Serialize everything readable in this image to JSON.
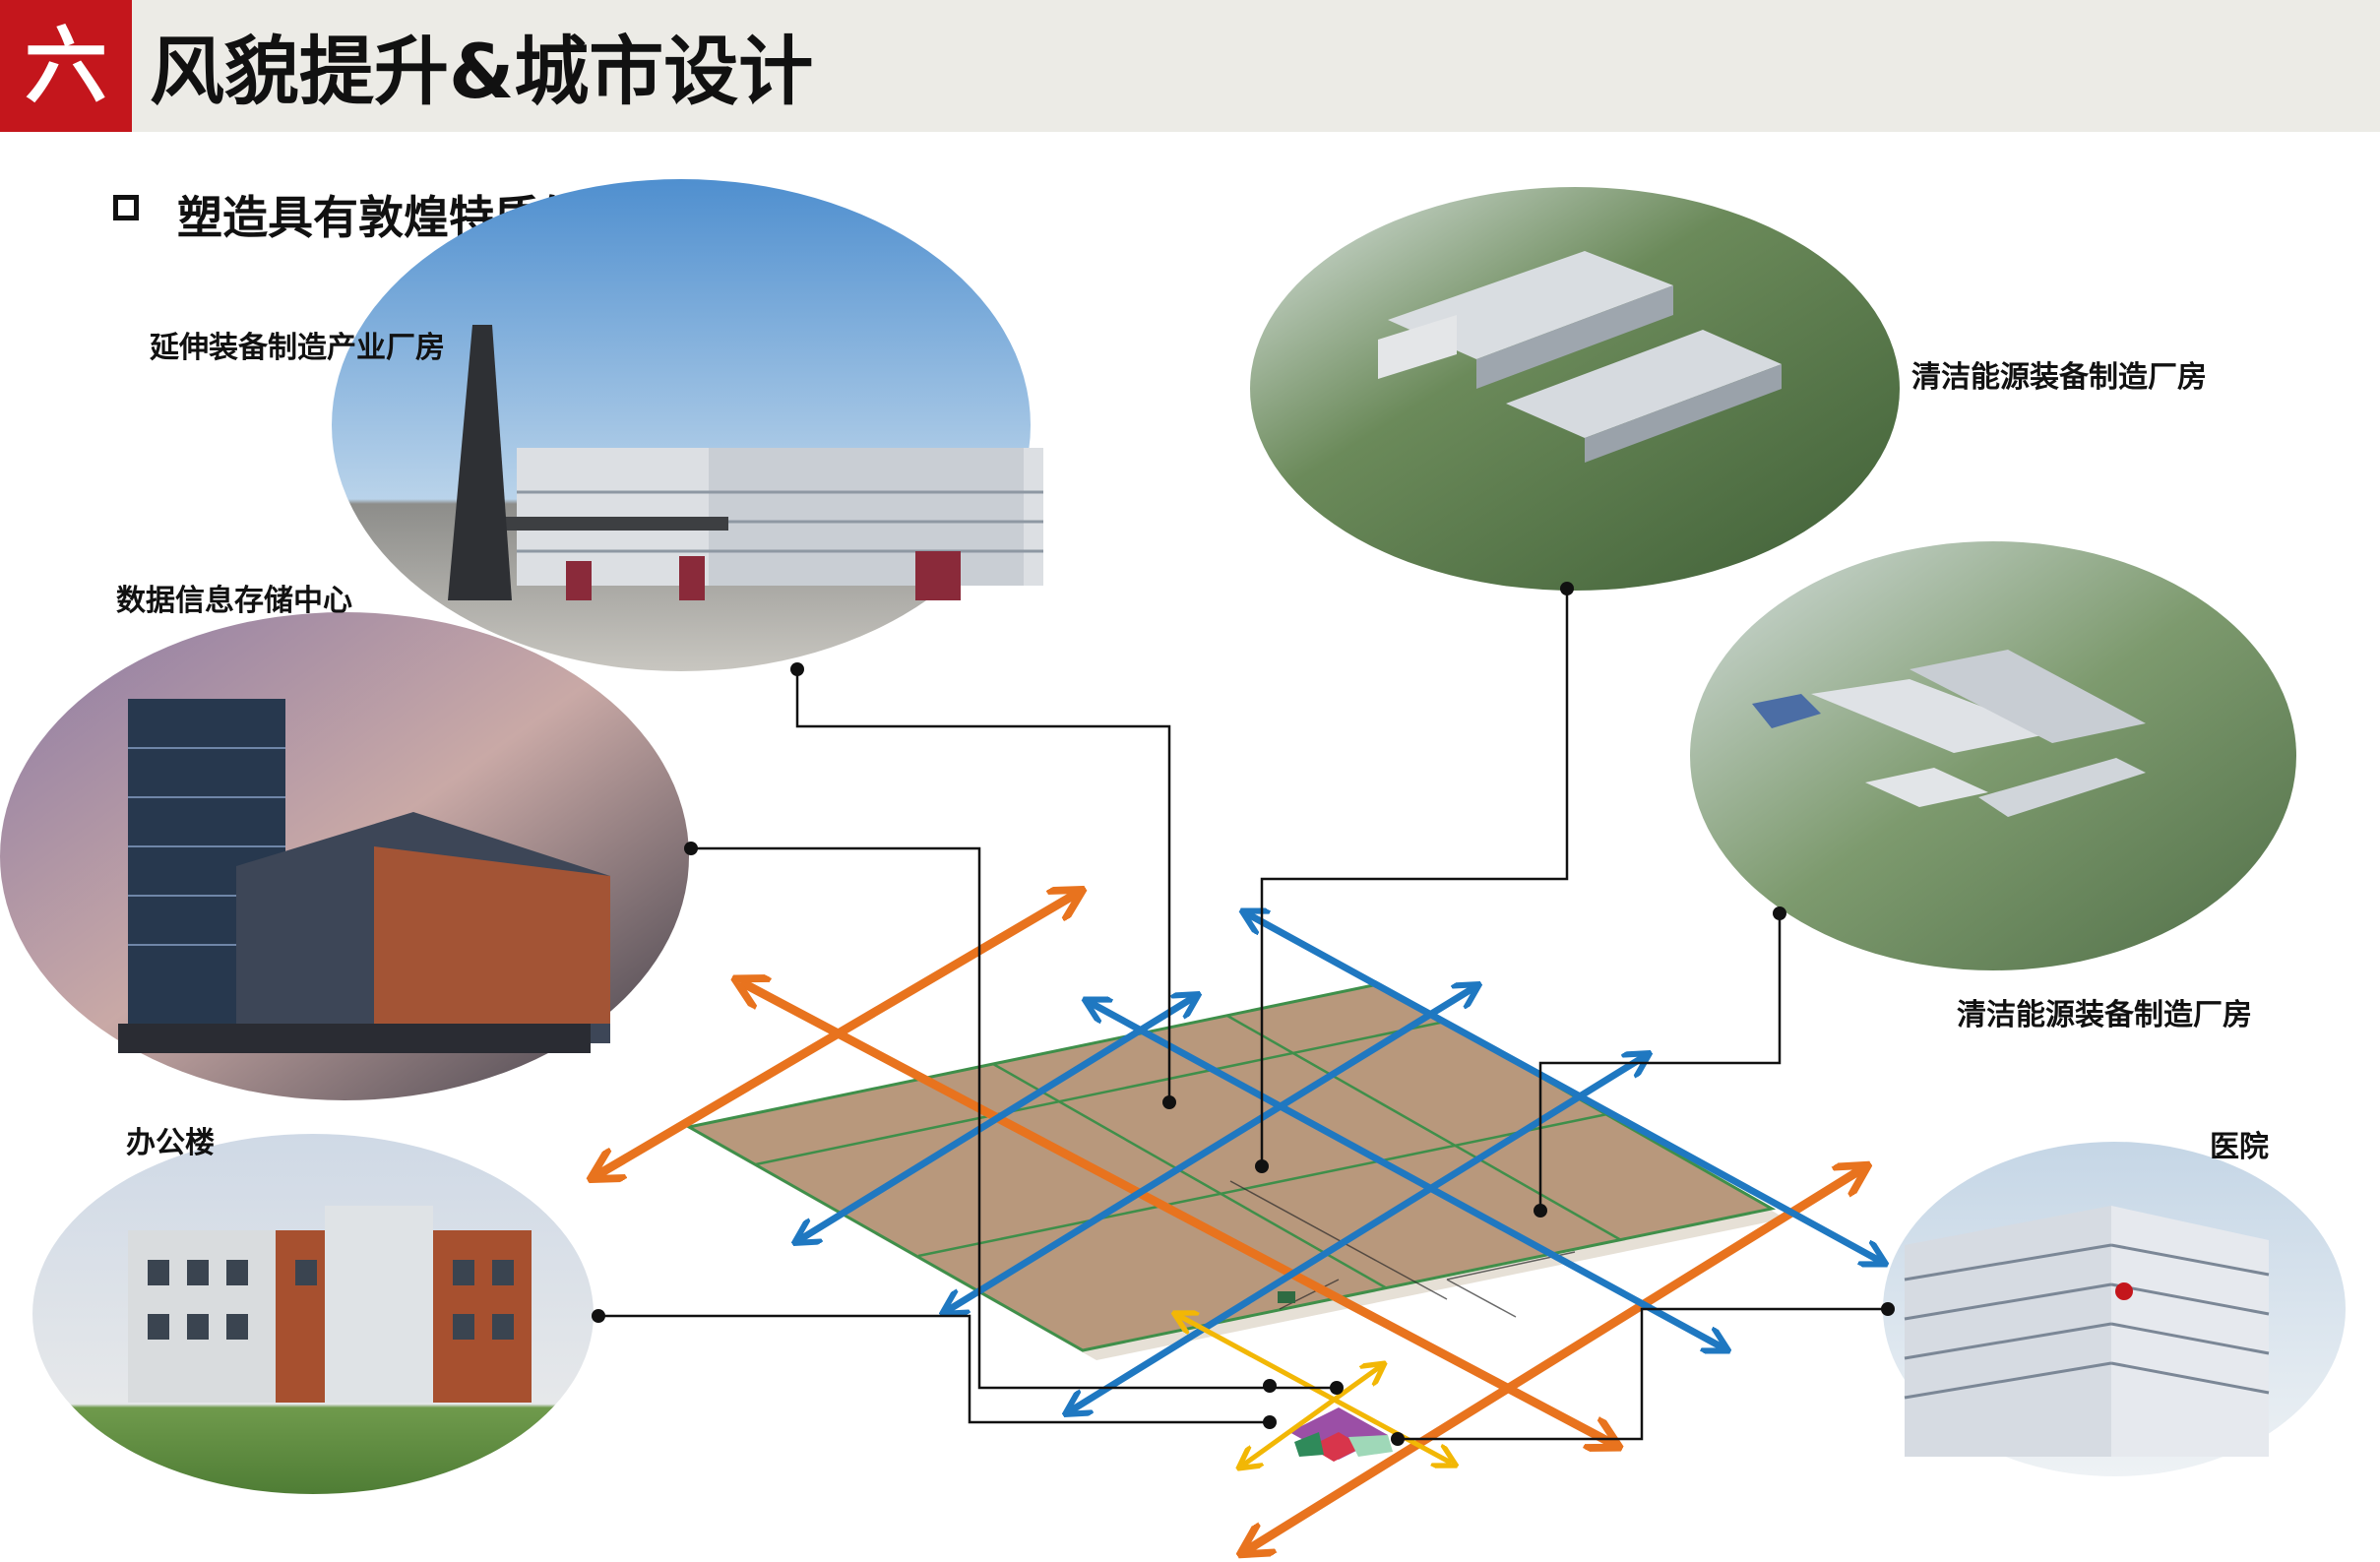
{
  "header": {
    "section_number": "六",
    "title": "风貌提升&城市设计"
  },
  "subtitle": "塑造具有敦煌特质的建筑风貌",
  "labels": {
    "extension_factory": "延伸装备制造产业厂房",
    "data_center": "数据信息存储中心",
    "office": "办公楼",
    "clean_energy_1": "清洁能源装备制造厂房",
    "clean_energy_2": "清洁能源装备制造厂房",
    "hospital": "医院"
  },
  "colors": {
    "badge_red": "#c4161c",
    "header_bg": "#ecebe6",
    "parcel_fill": "#b8987c",
    "parcel_edge": "#3f8f4a",
    "arrow_orange": "#e8731e",
    "arrow_blue": "#1f78c1",
    "arrow_yellow": "#f2b705",
    "leader_line": "#111111"
  },
  "icons": [
    "checkbox-icon"
  ]
}
